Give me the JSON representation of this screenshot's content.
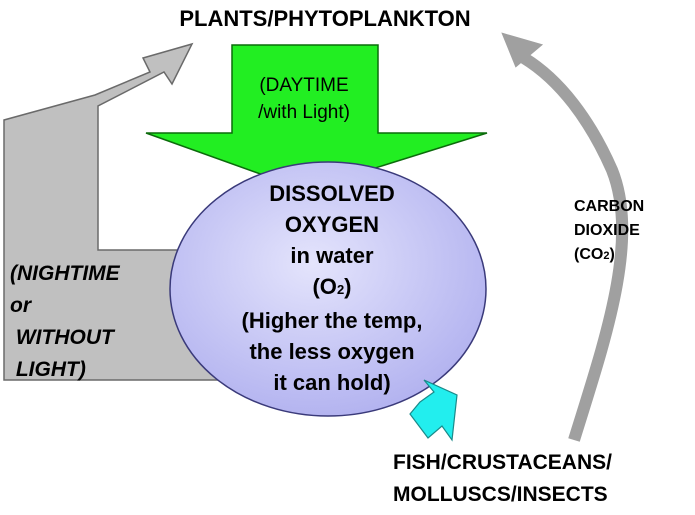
{
  "title": "PLANTS/PHYTOPLANKTON",
  "daytime_label": [
    "(DAYTIME",
    "/with Light)"
  ],
  "center": {
    "line1": "DISSOLVED",
    "line2": "OXYGEN",
    "line3": "in water",
    "o2_open": "(O",
    "o2_sub": "2",
    "o2_close": ")",
    "line5": "(Higher the temp,",
    "line6": "the less oxygen",
    "line7": "it can hold)"
  },
  "night_label": [
    "(NIGHTIME",
    "or",
    " WITHOUT",
    " LIGHT)"
  ],
  "co2": {
    "line1": "CARBON",
    "line2": "DIOXIDE",
    "open": "(CO",
    "sub": "2",
    "close": ")"
  },
  "animals": [
    "FISH/CRUSTACEANS/",
    "MOLLUSCS/INSECTS"
  ],
  "colors": {
    "day_arrow": "#22ee22",
    "oxygen_circle": "#c8c8f8",
    "night_arrow": "#c0c0c0",
    "co2_arrow": "#a0a0a0",
    "fish_arrow": "#22eeee"
  }
}
